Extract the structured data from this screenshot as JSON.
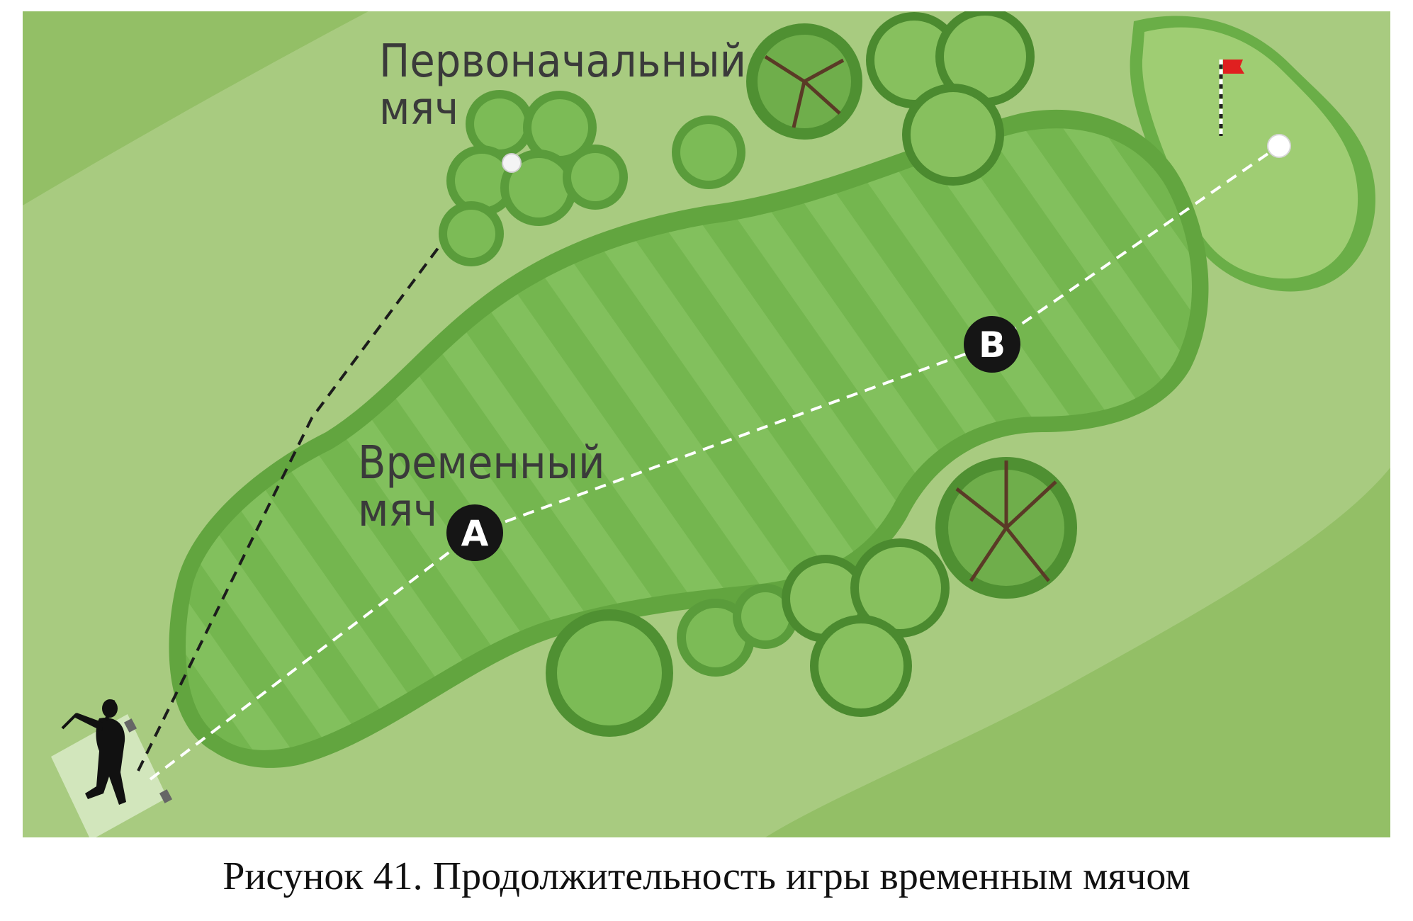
{
  "labels": {
    "original_ball_line1": "Первоначальный",
    "original_ball_line2": "мяч",
    "provisional_ball_line1": "Временный",
    "provisional_ball_line2": "мяч"
  },
  "markers": {
    "a": "A",
    "b": "B"
  },
  "caption": "Рисунок 41. Продолжительность игры временным мячом",
  "colors": {
    "rough": "#a9cc81",
    "rough_dark": "#8fbc62",
    "fairway": "#6db04a",
    "fairway_stripe": "#82bf5b",
    "green": "#79b855",
    "flag": "#e02020",
    "marker": "#151515"
  }
}
